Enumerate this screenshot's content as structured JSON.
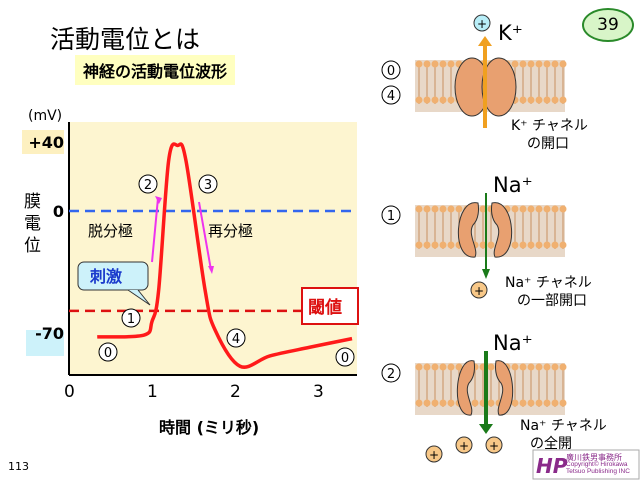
{
  "title": "活動電位とは",
  "subtitle": "神経の活動電位波形",
  "badge": "39",
  "page_number": "113",
  "chart_data": {
    "type": "line",
    "title": "神経の活動電位波形",
    "xlabel": "時間 (ミリ秒)",
    "ylabel": "膜電位",
    "yunit": "(mV)",
    "xlim": [
      0,
      3.5
    ],
    "ylim": [
      -90,
      50
    ],
    "xticks": [
      "0",
      "1",
      "2",
      "3"
    ],
    "yticks": [
      {
        "v": 40,
        "label": "+40"
      },
      {
        "v": 0,
        "label": "0"
      },
      {
        "v": -70,
        "label": "-70"
      }
    ],
    "threshold": {
      "value": -55,
      "label": "閾値"
    },
    "series": [
      {
        "name": "活動電位",
        "x": [
          0.34,
          0.9,
          1.0,
          1.08,
          1.2,
          1.31,
          1.41,
          1.64,
          1.76,
          2.06,
          2.42,
          2.9,
          3.41
        ],
        "y": [
          -73,
          -72,
          -64,
          -46,
          29,
          38,
          29,
          -46,
          -69,
          -90,
          -84,
          -79,
          -74
        ]
      }
    ],
    "annotations": {
      "stim": "刺激",
      "depol": "脱分極",
      "repol": "再分極",
      "phases": [
        "0",
        "1",
        "2",
        "3",
        "4",
        "0"
      ]
    }
  },
  "channels": [
    {
      "phases": [
        "0",
        "4"
      ],
      "ion": "K⁺",
      "label1": "K⁺ チャネル",
      "label2": "の開口"
    },
    {
      "phases": [
        "1"
      ],
      "ion": "Na⁺",
      "label1": "Na⁺ チャネル",
      "label2": "の一部開口"
    },
    {
      "phases": [
        "2"
      ],
      "ion": "Na⁺",
      "label1": "Na⁺ チャネル",
      "label2": "の全開"
    }
  ],
  "ion_sign": "+",
  "logo": {
    "mark": "HP",
    "name": "廣川鉄男事務所",
    "copyright": "Copyright© Hirokawa Tetsuo Publishing INC"
  },
  "colors": {
    "curve": "#ff1a1a",
    "zero": "#3366ee",
    "threshold": "#dd1111",
    "arrow": "#ee33ee",
    "k_arrow": "#f0a020",
    "na_arrow": "#1a7a1a"
  }
}
